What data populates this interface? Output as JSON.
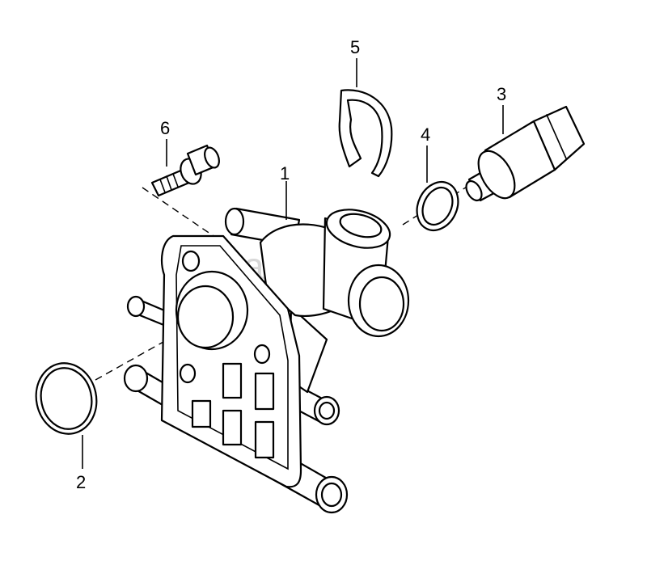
{
  "diagram": {
    "callouts": {
      "c1": "1",
      "c2": "2",
      "c3": "3",
      "c4": "4",
      "c5": "5",
      "c6": "6"
    },
    "watermark": "vagtec.ru"
  },
  "colors": {
    "ink": "#000000",
    "paper": "#ffffff",
    "watermark": "#b8b8b8"
  }
}
